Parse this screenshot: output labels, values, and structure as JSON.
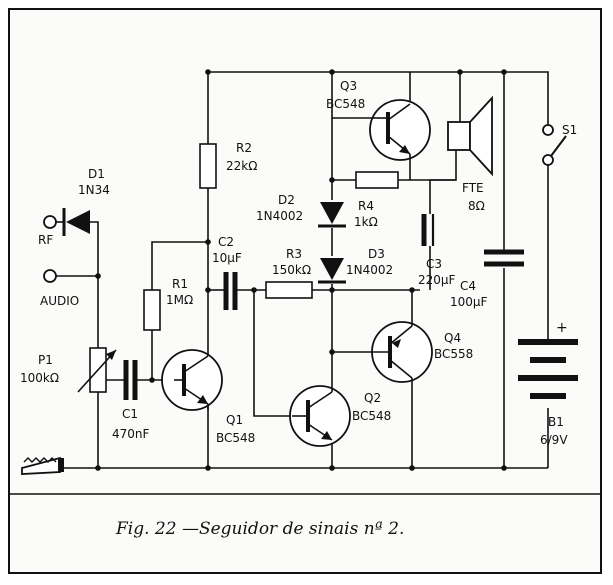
{
  "diagram": {
    "caption": "Fig. 22 —Seguidor de sinais nª 2.",
    "components": {
      "d1": {
        "ref": "D1",
        "value": "1N34"
      },
      "rf": {
        "label": "RF"
      },
      "audio": {
        "label": "AUDIO"
      },
      "p1": {
        "ref": "P1",
        "value": "100kΩ"
      },
      "c1": {
        "ref": "C1",
        "value": "470nF"
      },
      "r1": {
        "ref": "R1",
        "value": "1MΩ"
      },
      "q1": {
        "ref": "Q1",
        "value": "BC548"
      },
      "r2": {
        "ref": "R2",
        "value": "22kΩ"
      },
      "c2": {
        "ref": "C2",
        "value": "10µF"
      },
      "r3": {
        "ref": "R3",
        "value": "150kΩ"
      },
      "d2": {
        "ref": "D2",
        "value": "1N4002"
      },
      "d3": {
        "ref": "D3",
        "value": "1N4002"
      },
      "r4": {
        "ref": "R4",
        "value": "1kΩ"
      },
      "q2": {
        "ref": "Q2",
        "value": "BC548"
      },
      "q3": {
        "ref": "Q3",
        "value": "BC548"
      },
      "q4": {
        "ref": "Q4",
        "value": "BC558"
      },
      "c3": {
        "ref": "C3",
        "value": "220µF"
      },
      "c4": {
        "ref": "C4",
        "value": "100µF"
      },
      "fte": {
        "ref": "FTE",
        "value": "8Ω"
      },
      "s1": {
        "ref": "S1"
      },
      "b1": {
        "ref": "B1",
        "value": "6/9V",
        "plus": "+"
      }
    }
  }
}
